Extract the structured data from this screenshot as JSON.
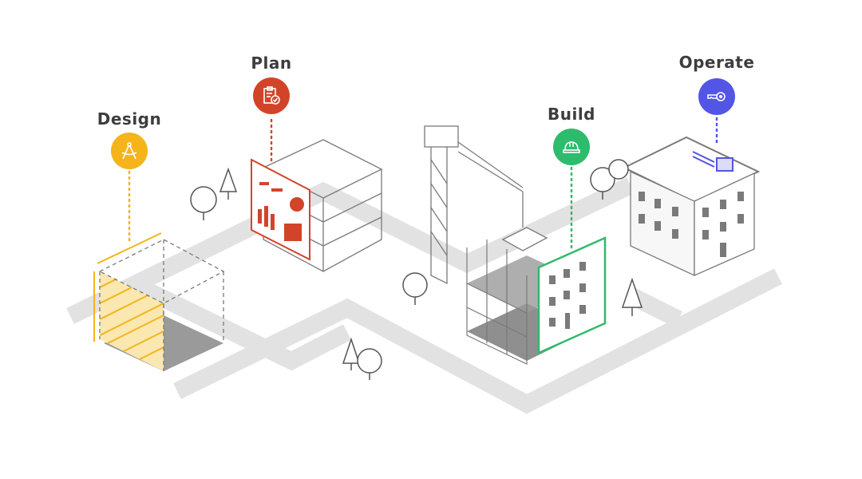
{
  "stages": [
    {
      "label": "Design",
      "icon": "compass-icon",
      "color": "#f4b41a"
    },
    {
      "label": "Plan",
      "icon": "clipboard-check-icon",
      "color": "#d2442a"
    },
    {
      "label": "Build",
      "icon": "hard-hat-icon",
      "color": "#2dbb6c"
    },
    {
      "label": "Operate",
      "icon": "key-icon",
      "color": "#5355e4"
    }
  ],
  "colors": {
    "road": "#e2e2e2",
    "line": "#7a7a7a",
    "floor": "#8f8f8f",
    "text": "#3d3d3d"
  }
}
